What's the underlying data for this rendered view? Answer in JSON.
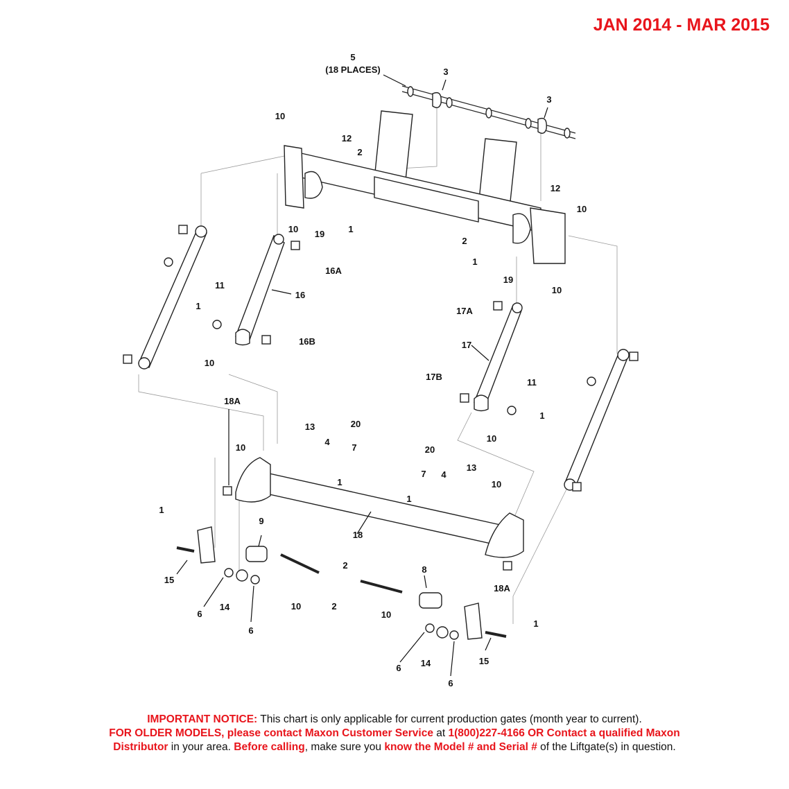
{
  "header": {
    "date_range": "JAN 2014 - MAR 2015"
  },
  "callouts": {
    "c5_num": "5",
    "c5_text": "(18 PLACES)",
    "c3a": "3",
    "c3b": "3",
    "c10a": "10",
    "c12a": "12",
    "c2a": "2",
    "c12b": "12",
    "c10b": "10",
    "c10c": "10",
    "c19a": "19",
    "c1a": "1",
    "c2b": "2",
    "c1b": "1",
    "c19b": "19",
    "c10d": "10",
    "c16a": "16A",
    "c16": "16",
    "c11a": "11",
    "c1c": "1",
    "c10e": "10",
    "c16b": "16B",
    "c17a": "17A",
    "c17": "17",
    "c17b": "17B",
    "c11b": "11",
    "c1d": "1",
    "c10f": "10",
    "c18a_top": "18A",
    "c13a": "13",
    "c20a": "20",
    "c10g": "10",
    "c4a": "4",
    "c7a": "7",
    "c1e": "1",
    "c20b": "20",
    "c13b": "13",
    "c7b": "7",
    "c4b": "4",
    "c1f": "1",
    "c10h": "10",
    "c18": "18",
    "c1g": "1",
    "c9": "9",
    "c15a": "15",
    "c6a": "6",
    "c14a": "14",
    "c6b": "6",
    "c10i": "10",
    "c2c": "2",
    "c2d": "2",
    "c8": "8",
    "c10j": "10",
    "c18a_bot": "18A",
    "c1h": "1",
    "c6c": "6",
    "c14b": "14",
    "c6d": "6",
    "c15b": "15"
  },
  "notice": {
    "line1_lead": "IMPORTANT NOTICE:",
    "line1_rest": " This chart is only applicable for current production gates (month year to current).",
    "line2_lead": "FOR OLDER MODELS, please contact Maxon Customer Service",
    "line2_mid": " at ",
    "line2_phone": "1(800)227-4166 OR Contact a qualified Maxon",
    "line3_a": "Distributor",
    "line3_b": " in your area. ",
    "line3_c": "Before calling",
    "line3_d": ", make sure you ",
    "line3_e": "know the Model # and Serial #",
    "line3_f": " of the Liftgate(s) in question."
  },
  "colors": {
    "title_red": "#e8141b",
    "line": "#222222"
  }
}
